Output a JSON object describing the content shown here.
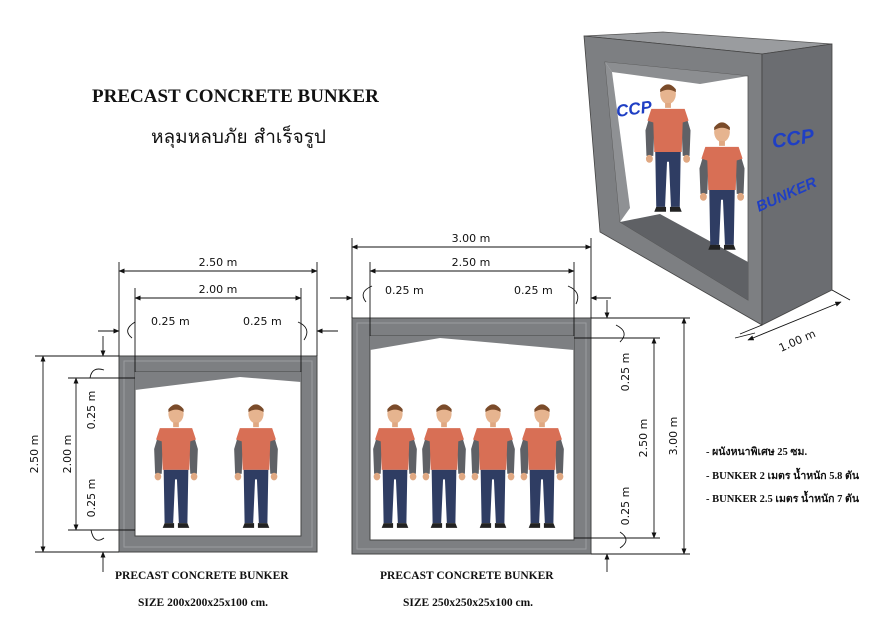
{
  "heading": {
    "title": "PRECAST CONCRETE BUNKER",
    "subtitle": "หลุมหลบภัย สำเร็จรูป"
  },
  "left_unit": {
    "caption": "PRECAST CONCRETE BUNKER",
    "size": "SIZE 200x200x25x100 cm.",
    "dims": {
      "outer_width": "2.50 m",
      "inner_width": "2.00 m",
      "wall_left": "0.25 m",
      "wall_right": "0.25 m",
      "outer_height": "2.50 m",
      "inner_height": "2.00 m",
      "wall_top": "0.25 m",
      "wall_bottom": "0.25 m"
    }
  },
  "right_unit": {
    "caption": "PRECAST CONCRETE BUNKER",
    "size": "SIZE 250x250x25x100 cm.",
    "dims": {
      "outer_width": "3.00 m",
      "inner_width": "2.50 m",
      "wall_left": "0.25 m",
      "wall_right": "0.25 m",
      "outer_height": "3.00 m",
      "inner_height": "2.50 m",
      "wall_top": "0.25 m",
      "wall_bottom": "0.25 m"
    }
  },
  "render_3d": {
    "brand_left": "CCP",
    "brand_right": "CCP",
    "label": "BUNKER",
    "depth": "1.00 m"
  },
  "notes": [
    "- ผนังหนาพิเศษ 25 ซม.",
    "- BUNKER 2 เมตร น้ำหนัก 5.8 ตัน",
    "- BUNKER 2.5 เมตร น้ำหนัก 7 ตัน"
  ],
  "colors": {
    "concrete": "#7d7f82",
    "concrete_dark": "#5a5c60",
    "shirt": "#d86f55",
    "pants": "#2f3d63",
    "brand": "#1f3fc4"
  }
}
